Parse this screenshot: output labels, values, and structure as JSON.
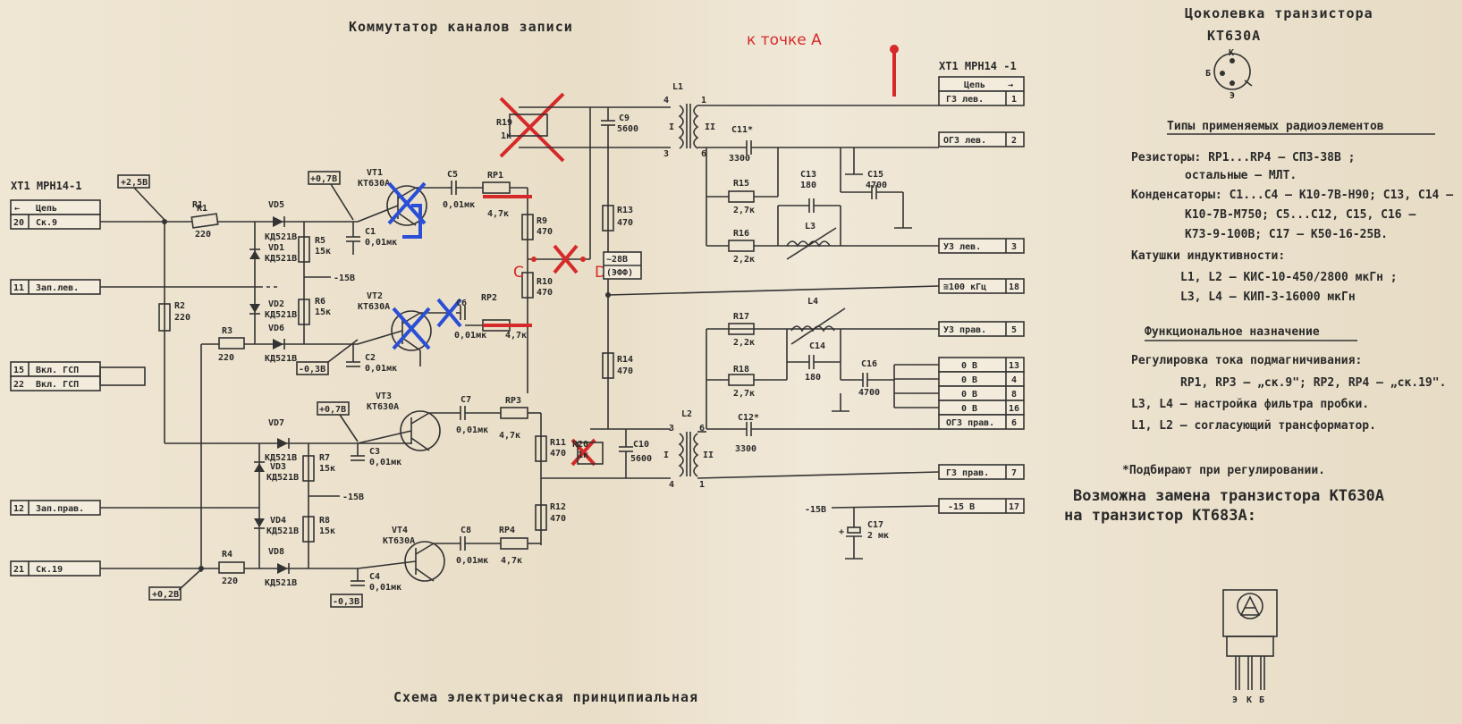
{
  "title": "Коммутатор каналов записи",
  "footer": "Схема электрическая принципиальная",
  "annotation_point_a": "к точке А",
  "annotation_c": "C",
  "annotation_d": "D",
  "connector_left": {
    "name": "ХТ1 МРН14-1",
    "header": "Цепь",
    "pins": [
      {
        "num": "20",
        "label": "Ск.9"
      },
      {
        "num": "11",
        "label": "Зап.лев."
      },
      {
        "num": "15",
        "label": "Вкл. ГСП"
      },
      {
        "num": "22",
        "label": "Вкл. ГСП"
      },
      {
        "num": "12",
        "label": "Зап.прав."
      },
      {
        "num": "21",
        "label": "Ск.19"
      }
    ]
  },
  "connector_right": {
    "name": "ХТ1 МРН14 -1",
    "header": "Цепь",
    "pins": [
      {
        "num": "1",
        "label": "Г3 лев."
      },
      {
        "num": "2",
        "label": "ОГ3 лев."
      },
      {
        "num": "3",
        "label": "У3 лев."
      },
      {
        "num": "18",
        "label": "≅100 кГц"
      },
      {
        "num": "5",
        "label": "У3 прав."
      },
      {
        "num": "13",
        "label": "0 В"
      },
      {
        "num": "4",
        "label": "0 В"
      },
      {
        "num": "8",
        "label": "0 В"
      },
      {
        "num": "16",
        "label": "0 В"
      },
      {
        "num": "6",
        "label": "ОГ3 прав."
      },
      {
        "num": "7",
        "label": "Г3 прав."
      },
      {
        "num": "17",
        "label": "-15 В"
      }
    ]
  },
  "voltages": {
    "v1": "+2,5В",
    "v2": "+0,7В",
    "v3": "-15В",
    "v4": "-0,3В",
    "v5": "+0,7В",
    "v6": "-15В",
    "v7": "+0,2В",
    "v8": "-0,3В",
    "v9": "~28В",
    "v10": "(ЭФФ)",
    "v11": "-15В"
  },
  "components": [
    {
      "id": "R1",
      "val": "220"
    },
    {
      "id": "R2",
      "val": "220"
    },
    {
      "id": "R3",
      "val": "220"
    },
    {
      "id": "R4",
      "val": "220"
    },
    {
      "id": "VD5",
      "val": "КД521В"
    },
    {
      "id": "VD1",
      "val": "КД521В"
    },
    {
      "id": "VD2",
      "val": "КД521В"
    },
    {
      "id": "VD6",
      "val": "КД521В"
    },
    {
      "id": "VD7",
      "val": "КД521В"
    },
    {
      "id": "VD3",
      "val": "КД521В"
    },
    {
      "id": "VD4",
      "val": "КД521В"
    },
    {
      "id": "VD8",
      "val": "КД521В"
    },
    {
      "id": "R5",
      "val": "15к"
    },
    {
      "id": "R6",
      "val": "15к"
    },
    {
      "id": "R7",
      "val": "15к"
    },
    {
      "id": "R8",
      "val": "15к"
    },
    {
      "id": "C1",
      "val": "0,01мк"
    },
    {
      "id": "C2",
      "val": "0,01мк"
    },
    {
      "id": "C3",
      "val": "0,01мк"
    },
    {
      "id": "C4",
      "val": "0,01мк"
    },
    {
      "id": "VT1",
      "val": "КТ630А"
    },
    {
      "id": "VT2",
      "val": "КТ630А"
    },
    {
      "id": "VT3",
      "val": "КТ630А"
    },
    {
      "id": "VT4",
      "val": "КТ630А"
    },
    {
      "id": "C5",
      "val": "0,01мк"
    },
    {
      "id": "C6",
      "val": "0,01мк"
    },
    {
      "id": "C7",
      "val": "0,01мк"
    },
    {
      "id": "C8",
      "val": "0,01мк"
    },
    {
      "id": "RP1",
      "val": "4,7к"
    },
    {
      "id": "RP2",
      "val": "4,7к"
    },
    {
      "id": "RP3",
      "val": "4,7к"
    },
    {
      "id": "RP4",
      "val": "4,7к"
    },
    {
      "id": "R9",
      "val": "470"
    },
    {
      "id": "R10",
      "val": "470"
    },
    {
      "id": "R11",
      "val": "470"
    },
    {
      "id": "R12",
      "val": "470"
    },
    {
      "id": "R13",
      "val": "470"
    },
    {
      "id": "R14",
      "val": "470"
    },
    {
      "id": "R19",
      "val": "1к"
    },
    {
      "id": "R20",
      "val": "1к"
    },
    {
      "id": "C9",
      "val": "5600"
    },
    {
      "id": "C10",
      "val": "5600"
    },
    {
      "id": "L1",
      "val": ""
    },
    {
      "id": "L2",
      "val": ""
    },
    {
      "id": "C11*",
      "val": "3300"
    },
    {
      "id": "C12*",
      "val": "3300"
    },
    {
      "id": "R15",
      "val": "2,7к"
    },
    {
      "id": "R16",
      "val": "2,2к"
    },
    {
      "id": "R17",
      "val": "2,2к"
    },
    {
      "id": "R18",
      "val": "2,7к"
    },
    {
      "id": "C13",
      "val": "180"
    },
    {
      "id": "C14",
      "val": "180"
    },
    {
      "id": "C15",
      "val": "4700"
    },
    {
      "id": "C16",
      "val": "4700"
    },
    {
      "id": "L3",
      "val": ""
    },
    {
      "id": "L4",
      "val": ""
    },
    {
      "id": "C17",
      "val": "2 мк"
    }
  ],
  "pinout_title_1": "Цоколевка транзистора",
  "pinout_title_2": "КТ630А",
  "pinout_pins": {
    "k": "К",
    "b": "Б",
    "e": "Э"
  },
  "types_title": "Типы применяемых радиоэлементов",
  "types_lines": [
    "Резисторы: RP1...RP4 – СП3-38В ;",
    "остальные – МЛТ.",
    "Конденсаторы: С1...С4 – К10-7В-Н90; С13, С14 –",
    "К10-7В-М750; С5...С12, С15, С16 –",
    "К73-9-100В; С17 – К50-16-25В.",
    "Катушки индуктивности:",
    "L1, L2 – КИС-10-450/2800 мкГн ;",
    "L3, L4 – КИП-3-16000 мкГн"
  ],
  "func_title": "Функциональное назначение",
  "func_lines": [
    "Регулировка тока подмагничивания:",
    "RP1, RP3 – „ск.9\"; RP2, RP4 – „ск.19\".",
    "L3, L4 – настройка фильтра пробки.",
    "L1, L2 – согласующий трансформатор."
  ],
  "note": "*Подбирают при регулировании.",
  "replace_1": "Возможна замена транзистора КТ630А",
  "replace_2": "на транзистор КТ683А:",
  "pinout2": {
    "e": "Э",
    "k": "К",
    "b": "Б"
  },
  "colors": {
    "paper": "#ece2cf",
    "ink": "#2a2a2a",
    "red_mark": "#d62a2a",
    "blue_mark": "#2a4fd6"
  }
}
